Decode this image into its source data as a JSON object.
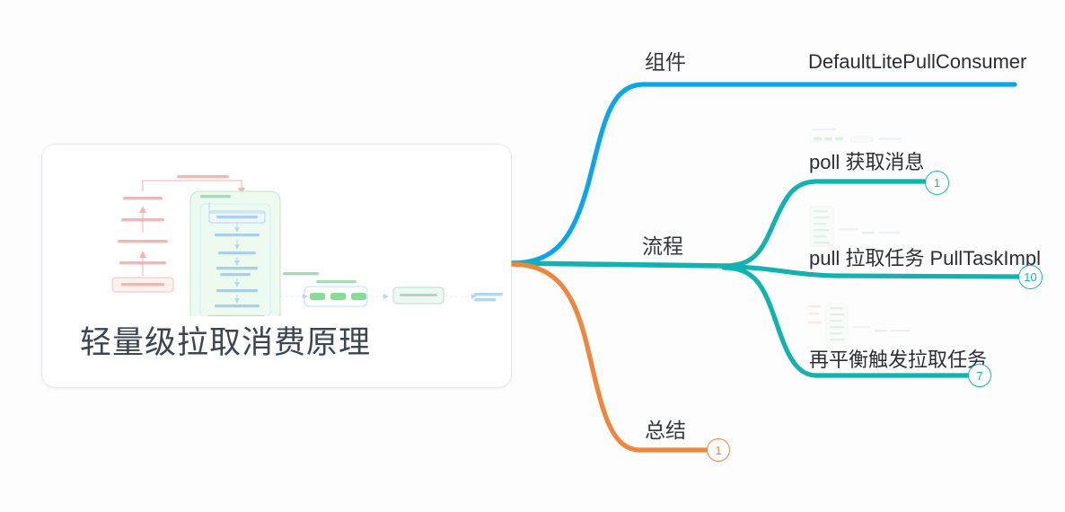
{
  "document": {
    "type": "mindmap",
    "orientation": "left-root-right-branches"
  },
  "central": {
    "title": "轻量级拉取消费原理",
    "thumbnail_name": "lite-pull-consumer-flow-diagram",
    "card_background": "#ffffff"
  },
  "colors": {
    "branch_components": "#0ba6ea",
    "branch_process": "#11b3b0",
    "branch_summary": "#f0853c",
    "title_text": "#3b4654",
    "label_text": "#2c2f36",
    "page_background": "#fdfdfd"
  },
  "branches": [
    {
      "id": "components",
      "label": "组件",
      "color": "#0ba6ea",
      "children": [
        {
          "id": "default-lite-pull-consumer",
          "label": "DefaultLitePullConsumer",
          "badge": null,
          "thumbnail": null
        }
      ]
    },
    {
      "id": "process",
      "label": "流程",
      "color": "#11b3b0",
      "children": [
        {
          "id": "poll",
          "label": "poll 获取消息",
          "badge": "1",
          "thumbnail": "poll-flow-thumbnail"
        },
        {
          "id": "pull-task",
          "label": "pull 拉取任务 PullTaskImpl",
          "badge": "10",
          "thumbnail": "pull-task-flow-thumbnail"
        },
        {
          "id": "rebalance",
          "label": "再平衡触发拉取任务",
          "badge": "7",
          "thumbnail": "rebalance-flow-thumbnail"
        }
      ]
    },
    {
      "id": "summary",
      "label": "总结",
      "color": "#f0853c",
      "badge": "1",
      "children": []
    }
  ]
}
